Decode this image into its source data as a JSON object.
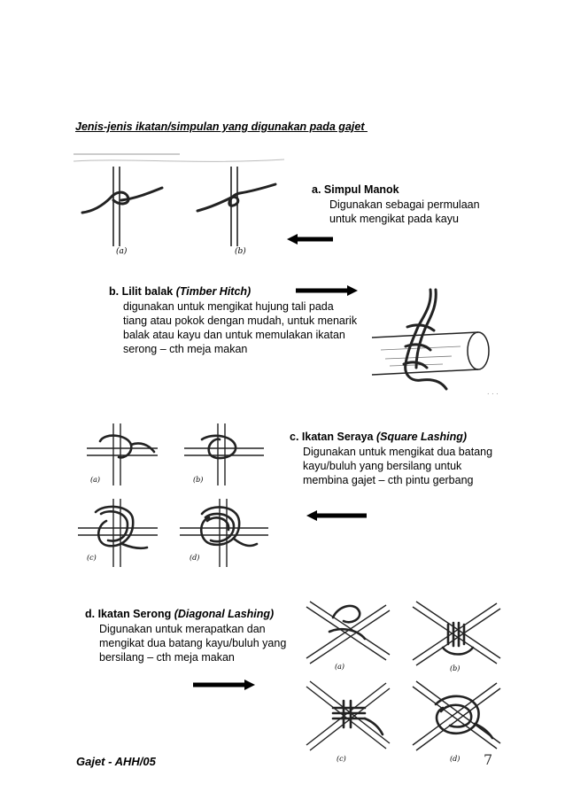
{
  "title": "Jenis-jenis ikatan/simpulan yang digunakan pada gajet ",
  "sections": [
    {
      "head_prefix": "a.  Simpul Manok",
      "head_en": "",
      "desc": [
        "Digunakan sebagai permulaan",
        "untuk mengikat pada kayu"
      ],
      "fig_labels": [
        "(a)",
        "(b)"
      ]
    },
    {
      "head_prefix": "b. Lilit balak ",
      "head_en": "(Timber Hitch)",
      "desc": [
        "digunakan untuk mengikat hujung tali pada",
        "tiang atau pokok dengan mudah, untuk menarik",
        "balak atau kayu dan untuk memulakan ikatan",
        "serong – cth meja makan"
      ]
    },
    {
      "head_prefix": "c.  Ikatan Seraya ",
      "head_en": "(Square Lashing)",
      "desc": [
        "Digunakan untuk mengikat dua batang",
        "kayu/buluh yang bersilang untuk",
        "membina gajet – cth pintu gerbang"
      ],
      "fig_labels": [
        "(a)",
        "(b)",
        "(c)",
        "(d)"
      ]
    },
    {
      "head_prefix": "d.  Ikatan Serong ",
      "head_en": "(Diagonal Lashing)",
      "desc": [
        "Digunakan untuk merapatkan dan",
        "mengikat dua batang kayu/buluh yang",
        "bersilang –  cth meja makan"
      ],
      "fig_labels": [
        "(a)",
        "(b)",
        "(c)",
        "(d)"
      ]
    }
  ],
  "footer": {
    "left": "Gajet  -  AHH/05",
    "page": "7"
  },
  "icons": {
    "arrow_left": "arrow-left-icon",
    "arrow_right": "arrow-right-icon"
  }
}
